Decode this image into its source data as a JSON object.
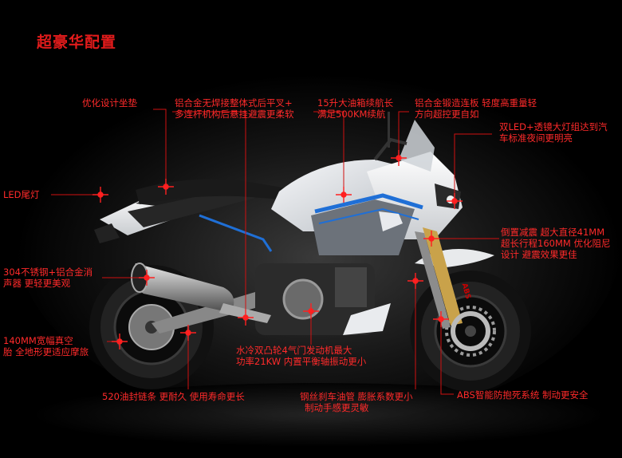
{
  "title": "超豪华配置",
  "labels": {
    "seat": "优化设计坐垫",
    "swingarm_1": "铝合金无焊接整体式后平叉+",
    "swingarm_2": "多连杆机构后悬挂避震更柔软",
    "tank_1": "15升大油箱续航长",
    "tank_2": "满足500KM续航",
    "clamp_1": "铝合金锻造连板 轻度高重量轻",
    "clamp_2": "方向超控更自如",
    "headlight_1": "双LED+透镜大灯组达到汽",
    "headlight_2": "车标准夜间更明亮",
    "tail": "LED尾灯",
    "fork_1": "倒置减震 超大直径41MM",
    "fork_2": "超长行程160MM 优化阻尼",
    "fork_3": "设计 避震效果更佳",
    "muffler_1": "304不锈钢+铝合金消",
    "muffler_2": "声器 更轻更美观",
    "tire_1": "140MM宽幅真空",
    "tire_2": "胎 全地形更适应摩旅",
    "engine_1": "水冷双凸轮4气门发动机最大",
    "engine_2": "功率21KW 内置平衡轴振动更小",
    "chain": "520油封链条 更耐久 使用寿命更长",
    "brakeline_1": "钢丝刹车油管 膨胀系数更小",
    "brakeline_2": "制动手感更灵敏",
    "abs": "ABS智能防抱死系统 制动更安全",
    "abs_mark": "ABS"
  },
  "colors": {
    "accent": "#e11b1b",
    "line": "#d01010",
    "body_white": "#eef0f2",
    "stripe_blue": "#1f6fd6"
  }
}
